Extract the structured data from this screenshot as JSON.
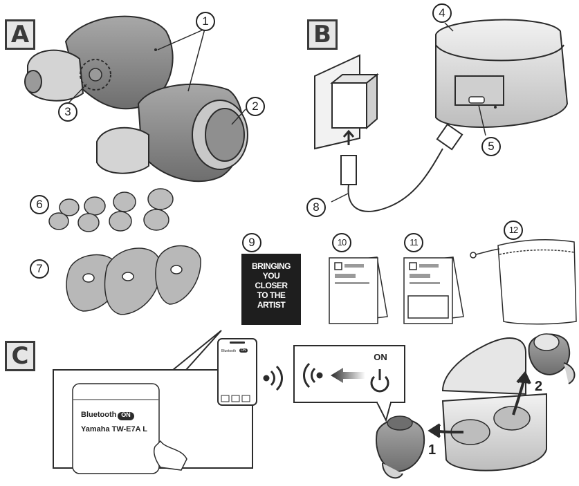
{
  "sections": {
    "a": "A",
    "b": "B",
    "c": "C"
  },
  "callouts": [
    "1",
    "2",
    "3",
    "4",
    "5",
    "6",
    "7",
    "8",
    "9",
    "10",
    "11",
    "12"
  ],
  "album_text": [
    "BRINGING",
    "YOU",
    "CLOSER",
    "TO THE",
    "ARTIST"
  ],
  "popup": {
    "bluetooth_label": "Bluetooth",
    "bluetooth_state": "ON",
    "device_name": "Yamaha TW-E7A L"
  },
  "phone_small": {
    "bluetooth_label": "Bluetooth",
    "state": "ON"
  },
  "power_label": "ON",
  "steps": {
    "one": "1",
    "two": "2"
  },
  "colors": {
    "earbud": "#8c8c8c",
    "tip": "#d4d4d4",
    "case": "#e0e0e0",
    "outline": "#2b2b2b",
    "album": "#1e1e1e"
  }
}
